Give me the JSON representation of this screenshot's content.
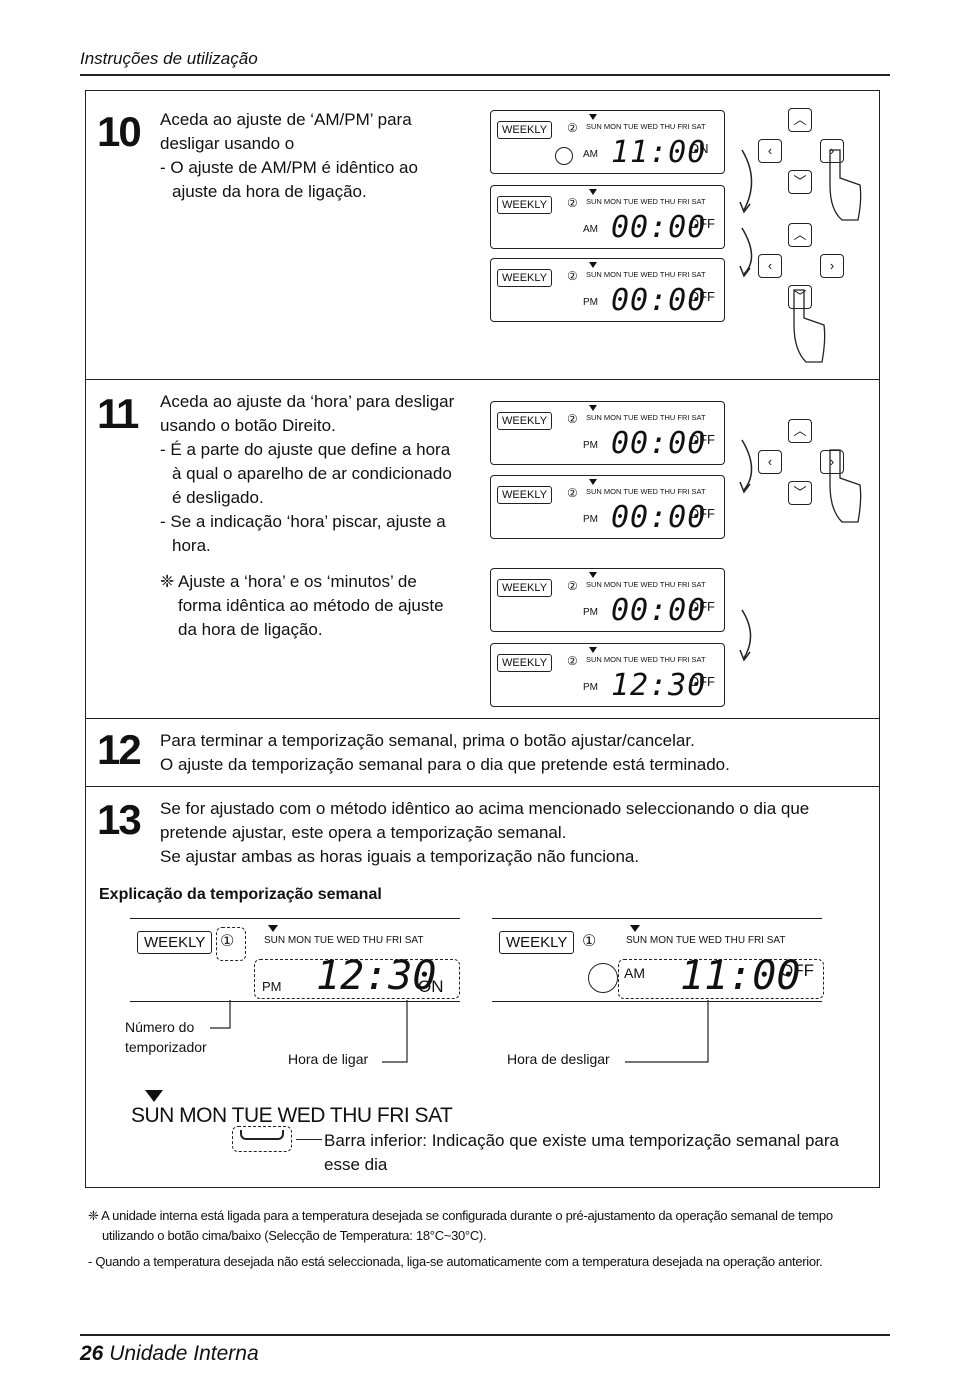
{
  "header": {
    "title": "Instruções de utilização"
  },
  "steps": [
    {
      "number": "10",
      "lines": [
        "Aceda ao ajuste de ‘AM/PM’ para desligar usando o",
        "- O ajuste de AM/PM é idêntico ao ajuste da hora de ligação."
      ]
    },
    {
      "number": "11",
      "lines": [
        "Aceda ao ajuste da ‘hora’ para desligar usando o botão Direito.",
        "- É a parte do ajuste que define a hora à qual o aparelho de ar condicionado é desligado.",
        "- Se a indicação ‘hora’ piscar, ajuste a hora.",
        "❈ Ajuste a ‘hora’ e os ‘minutos’ de forma idêntica ao método de ajuste da hora de ligação."
      ]
    },
    {
      "number": "12",
      "lines": [
        "Para terminar a temporização semanal, prima o botão ajustar/cancelar.",
        "O ajuste da temporização semanal para o dia que pretende está terminado."
      ]
    },
    {
      "number": "13",
      "lines": [
        "Se for ajustado com o método idêntico ao acima mencionado seleccionando o dia que pretende ajustar, este opera a temporização semanal.",
        "Se ajustar ambas as horas iguais a temporização não funciona."
      ]
    }
  ],
  "lcd": {
    "weekly": "WEEKLY",
    "days": "SUN MON TUE WED THU FRI SAT",
    "timer_no": "②",
    "screens": [
      {
        "ampm": "AM",
        "time": "11:00",
        "status": "ON"
      },
      {
        "ampm": "AM",
        "time": "00:00",
        "status": "OFF"
      },
      {
        "ampm": "PM",
        "time": "00:00",
        "status": "OFF"
      },
      {
        "ampm": "PM",
        "time": "00:00",
        "status": "OFF"
      },
      {
        "ampm": "PM",
        "time": "00:00",
        "status": "OFF"
      },
      {
        "ampm": "PM",
        "time": "00:00",
        "status": "OFF"
      },
      {
        "ampm": "PM",
        "time": "12:30",
        "status": "OFF"
      }
    ]
  },
  "explanation": {
    "title": "Explicação da temporização semanal",
    "timer_no": "①",
    "on_display": {
      "ampm": "PM",
      "time": "12:30",
      "status": "ON"
    },
    "off_display": {
      "ampm": "AM",
      "time": "11:00",
      "status": "OFF"
    },
    "label_timer_number": "Número do temporizador",
    "label_on_time": "Hora de ligar",
    "label_off_time": "Hora de desligar",
    "days_large": "SUN MON TUE WED THU FRI SAT",
    "bottom_bar": "Barra inferior: Indicação que existe uma temporização semanal para esse dia"
  },
  "notes": [
    "❈ A unidade interna está ligada para a temperatura desejada se configurada durante o pré-ajustamento da operação semanal de tempo utilizando o botão cima/baixo (Selecção de Temperatura: 18°C~30°C).",
    "- Quando a temperatura desejada não está seleccionada, liga-se automaticamente com a temperatura desejada na operação anterior."
  ],
  "footer": {
    "page": "26",
    "section": "Unidade Interna"
  }
}
